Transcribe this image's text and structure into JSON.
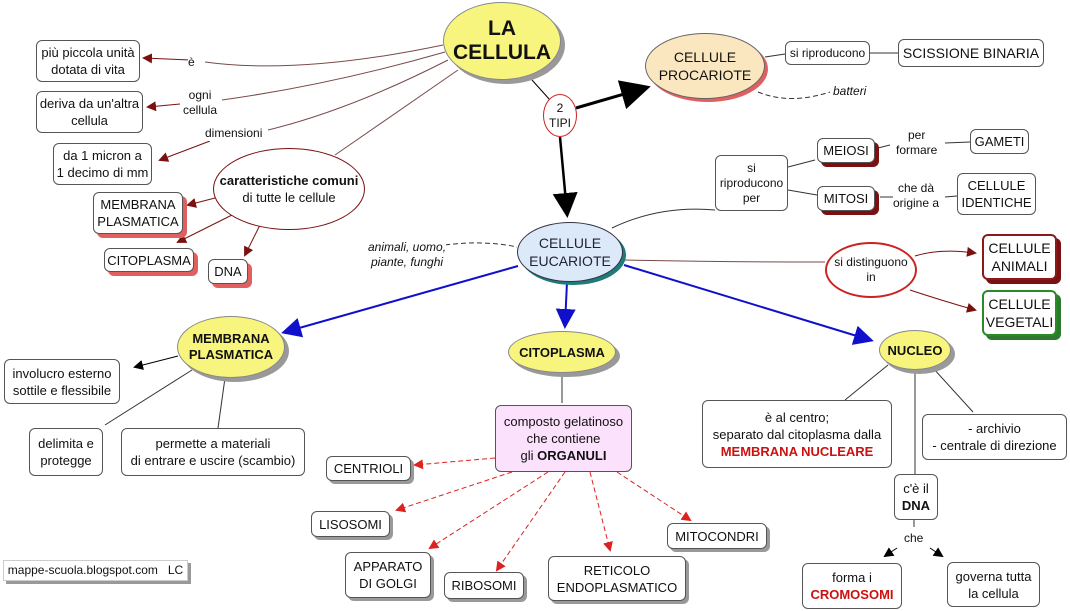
{
  "root": {
    "title": "LA\nCELLULA"
  },
  "types_node": "2\nTIPI",
  "left_branch": {
    "e_label": "è",
    "e_target": "più piccola unità\ndotata di vita",
    "ogni_label": "ogni\ncellula",
    "ogni_target": "deriva da un'altra\ncellula",
    "dim_label": "dimensioni",
    "dim_target": "da 1 micron a\n1 decimo di mm",
    "common_bold": "caratteristiche comuni",
    "common_rest": "di tutte le cellule",
    "common_items": [
      "MEMBRANA\nPLASMATICA",
      "CITOPLASMA",
      "DNA"
    ]
  },
  "procariote": {
    "title": "CELLULE\nPROCARIOTE",
    "link": "si riproducono",
    "target": "SCISSIONE BINARIA",
    "example": "batteri"
  },
  "eucariote": {
    "title": "CELLULE\nEUCARIOTE",
    "example": "animali, uomo,\npiante, funghi",
    "repro_label": "si\nriproducono\nper",
    "meiosi": "MEIOSI",
    "meiosi_link": "per\nformare",
    "meiosi_target": "GAMETI",
    "mitosi": "MITOSI",
    "mitosi_link": "che dà\norigine a",
    "mitosi_target": "CELLULE\nIDENTICHE",
    "distinct_label": "si distinguono\nin",
    "animal": "CELLULE\nANIMALI",
    "plant": "CELLULE\nVEGETALI"
  },
  "membrana": {
    "title": "MEMBRANA\nPLASMATICA",
    "items": [
      "involucro esterno\nsottile e flessibile",
      "delimita e\nprotegge",
      "permette a materiali\ndi entrare e uscire (scambio)"
    ]
  },
  "citoplasma": {
    "title": "CITOPLASMA",
    "desc_plain": "composto gelatinoso\nche contiene\ngli ",
    "desc_bold": "ORGANULI",
    "organelles": [
      "CENTRIOLI",
      "LISOSOMI",
      "APPARATO\nDI GOLGI",
      "RIBOSOMI",
      "RETICOLO\nENDOPLASMATICO",
      "MITOCONDRI"
    ]
  },
  "nucleo": {
    "title": "NUCLEO",
    "center_plain": "è al centro;\nseparato dal citoplasma dalla",
    "center_red": "MEMBRANA NUCLEARE",
    "archive": "- archivio\n- centrale di direzione",
    "dna_plain": "c'è il",
    "dna_bold": "DNA",
    "che": "che",
    "chromo_plain": "forma i",
    "chromo_red": "CROMOSOMI",
    "governs": "governa tutta\nla cellula"
  },
  "footer": "mappe-scuola.blogspot.com   LC",
  "colors": {
    "dark_red": "#7a1010",
    "blue": "#1010cc",
    "red_dashed": "#dd2222",
    "yellow": "#f8f57e"
  }
}
